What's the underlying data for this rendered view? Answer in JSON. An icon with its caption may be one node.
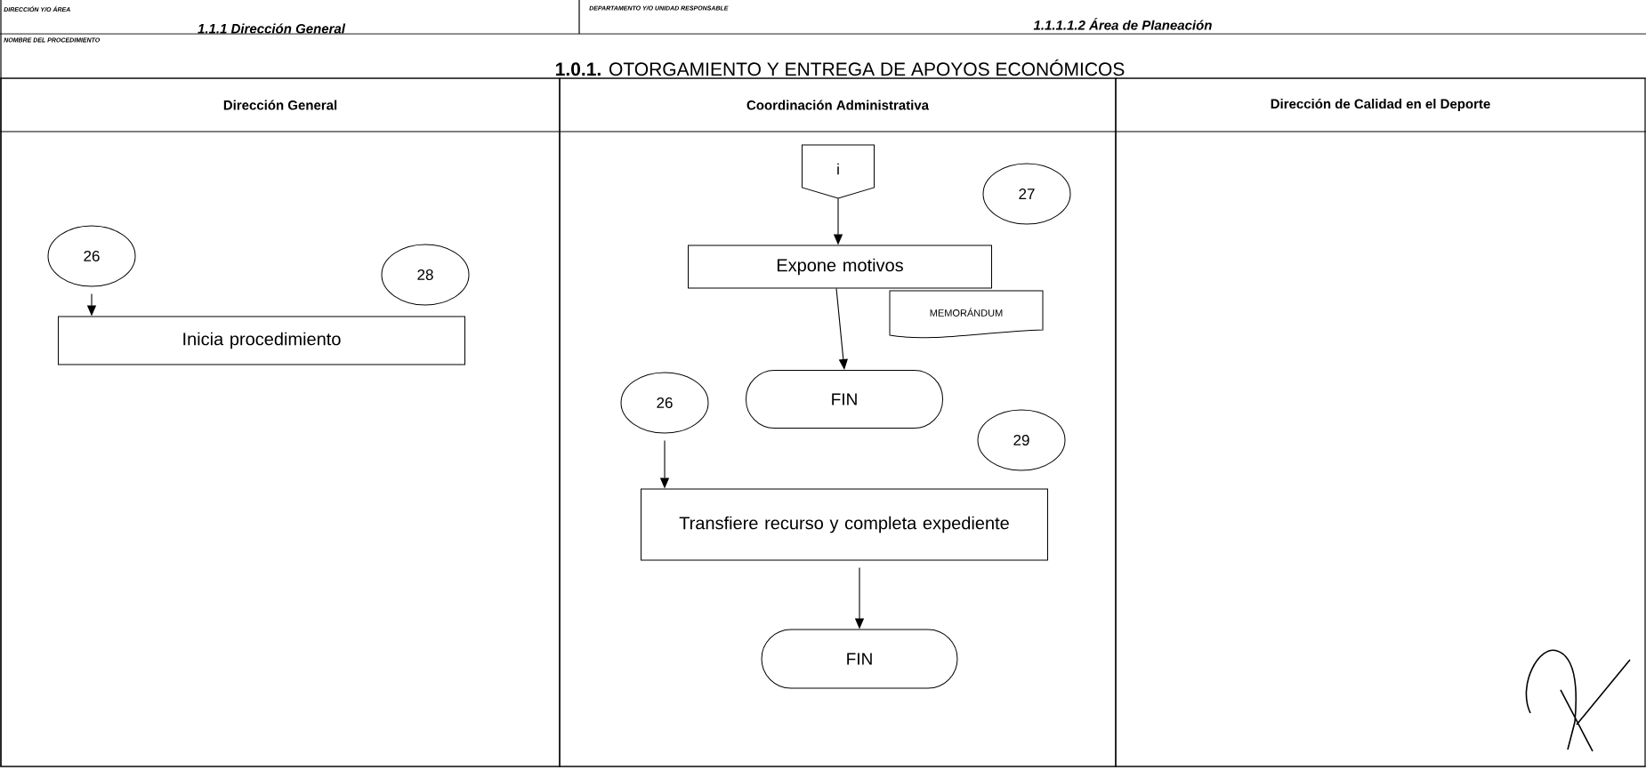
{
  "diagram": {
    "title": "**1.0.1.** OTORGAMIENTO Y ENTREGA DE APOYOS ECONÓMICOS",
    "nodes": [
      {
        "text": [
          "Dirección General"
        ]
      },
      {
        "text": [
          "Coordinación Administrativa"
        ]
      },
      {
        "text": [
          "Dirección de Calidad en el Deporte"
        ]
      },
      {
        "text": [
          "26"
        ],
        "in": 0
      },
      {
        "text": [
          "28"
        ],
        "in": 0
      },
      {
        "text": [
          "Inicia procedimiento"
        ],
        "in": 0
      },
      {
        "text": [
          "i"
        ],
        "in": 1
      },
      {
        "text": [
          "27"
        ],
        "in": 1
      },
      {
        "text": [
          "Expone motivos"
        ],
        "in": 1
      },
      {
        "text": [
          "MEMORÁNDUM"
        ],
        "in": 1
      },
      {
        "text": [
          "FIN"
        ],
        "in": 1
      },
      {
        "text": [
          "26"
        ],
        "in": 1
      },
      {
        "text": [
          "29"
        ],
        "in": 1
      },
      {
        "text": [
          "Transfiere recurso y completa expediente"
        ],
        "in": 1
      },
      {
        "text": [
          "FIN"
        ],
        "in": 1
      }
    ],
    "edges": [
      {
        "from": 3,
        "to": 5,
        "arrow": "to"
      },
      {
        "from": 6,
        "to": 8,
        "arrow": "to"
      },
      {
        "from": 8,
        "to": 10,
        "arrow": "to"
      },
      {
        "from": 11,
        "to": 13,
        "arrow": "to"
      },
      {
        "from": 13,
        "to": 14,
        "arrow": "to"
      }
    ],
    "labels": [
      "DIRECCIÓN Y/O ÁREA",
      "1.1.1 Dirección General",
      "DEPARTAMENTO Y/O UNIDAD RESPONSABLE",
      "1.1.1.1.2  Área de Planeación",
      "NOMBRE DEL PROCEDIMIENTO"
    ]
  }
}
